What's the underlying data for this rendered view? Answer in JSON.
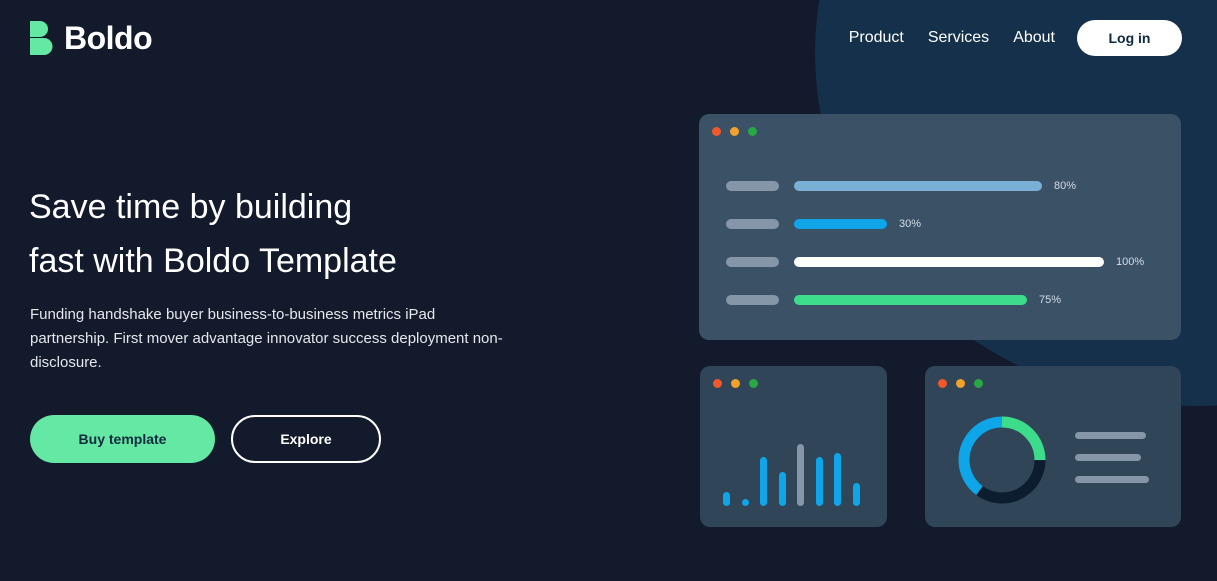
{
  "brand": {
    "name": "Boldo",
    "color": "#64e8a4"
  },
  "nav": {
    "items": [
      "Product",
      "Services",
      "About"
    ],
    "login_label": "Log in"
  },
  "hero": {
    "title_line1": "Save time by building",
    "title_line2": "fast with Boldo Template",
    "description": "Funding handshake buyer business-to-business metrics iPad partnership. First mover advantage innovator success deployment non-disclosure.",
    "primary_cta": "Buy template",
    "secondary_cta": "Explore"
  },
  "dashboard": {
    "progress_bars": [
      {
        "percent_label": "80%",
        "value": 0.8,
        "color": "#7ab0d6"
      },
      {
        "percent_label": "30%",
        "value": 0.3,
        "color": "#0ea5e9"
      },
      {
        "percent_label": "100%",
        "value": 1.0,
        "color": "#ffffff"
      },
      {
        "percent_label": "75%",
        "value": 0.75,
        "color": "#3ddc8a"
      }
    ],
    "column_chart": {
      "values": [
        0.14,
        0.07,
        0.49,
        0.34,
        0.62,
        0.49,
        0.53,
        0.23
      ],
      "highlight_index": 4
    },
    "donut": {
      "segments": [
        {
          "value": 0.25,
          "color": "#3ddc8a"
        },
        {
          "value": 0.35,
          "color": "#0b1d2e"
        },
        {
          "value": 0.4,
          "color": "#0ea5e9"
        }
      ]
    }
  },
  "colors": {
    "background": "#121a2b",
    "accent_green": "#64e8a4",
    "accent_blue": "#0ea5e9",
    "window_close": "#f0592b",
    "window_minimize": "#f2a12a",
    "window_maximize": "#28a745"
  }
}
